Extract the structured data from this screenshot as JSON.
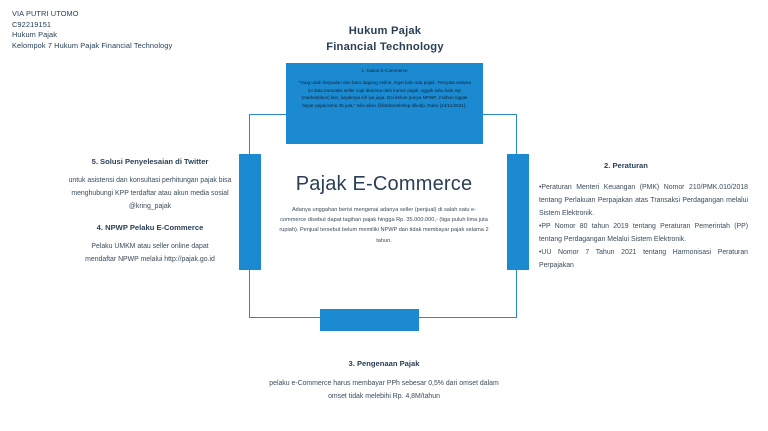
{
  "header": {
    "lines": [
      "VIA PUTRI UTOMO",
      "C92219151",
      "Hukum Pajak",
      "Kelompok 7 Hukum Pajak Financial Technology"
    ]
  },
  "title": {
    "line1": "Hukum Pajak",
    "line2": "Financial Technology"
  },
  "case_box": {
    "title": "1. Kasus E-Commerce",
    "text": "\"Yang udah berjualan dan baru dagang online, inget kalo ada pajak. Ternyata selama ini data transaksi seller copi diterima oleh kantor pajak, nggak tahu kalo mp (marketplace) lain, kayaknya sih iya juga. Doi belum punya NPWP, 2 tahun nggak bayar pajak kena 35 juta,\" tulis akun @listdaronlshop dikutip, Rabu (24/11/2021)."
  },
  "center": {
    "title": "Pajak E-Commerce",
    "text": "Adanya unggahan berisi mengenai adanya seller (penjual) di salah satu e-commerce disebut dapat tagihan pajak hingga Rp. 35.000.000,- (tiga puluh lima juta rupiah). Penjual tersebut belum memiliki NPWP dan tidak membayar pajak selama 2 tahun."
  },
  "sections": {
    "regulation": {
      "title": "2. Peraturan",
      "items": [
        "•Peraturan Menteri Keuangan (PMK) Nomor 210/PMK.010/2018 tentang Perlakuan Perpajakan atas Transaksi Perdagangan melalui Sistem Elektronik.",
        "•PP Nomor 80 tahun 2019 tentang Peraturan Pemerintah (PP) tentang Perdagangan Melalui Sistem Elektronik.",
        "•UU Nomor 7 Tahun 2021 tentang Harmonisasi Peraturan Perpajakan"
      ]
    },
    "imposition": {
      "title": "3. Pengenaan Pajak",
      "text": "pelaku e-Commerce harus membayar PPh sebesar 0,5% dari omset dalam omset tidak melebihi Rp. 4,8M/tahun"
    },
    "npwp": {
      "title": "4.  NPWP Pelaku E-Commerce",
      "text": "Pelaku UMKM atau seller online dapat mendaftar NPWP melalui http://pajak.go.id"
    },
    "twitter": {
      "title": "5. Solusi Penyelesaian di Twitter",
      "text": "untuk asistensi dan konsultasi perhitungan pajak bisa menghubungi KPP terdaftar atau akun media sosial @kring_pajak"
    }
  }
}
